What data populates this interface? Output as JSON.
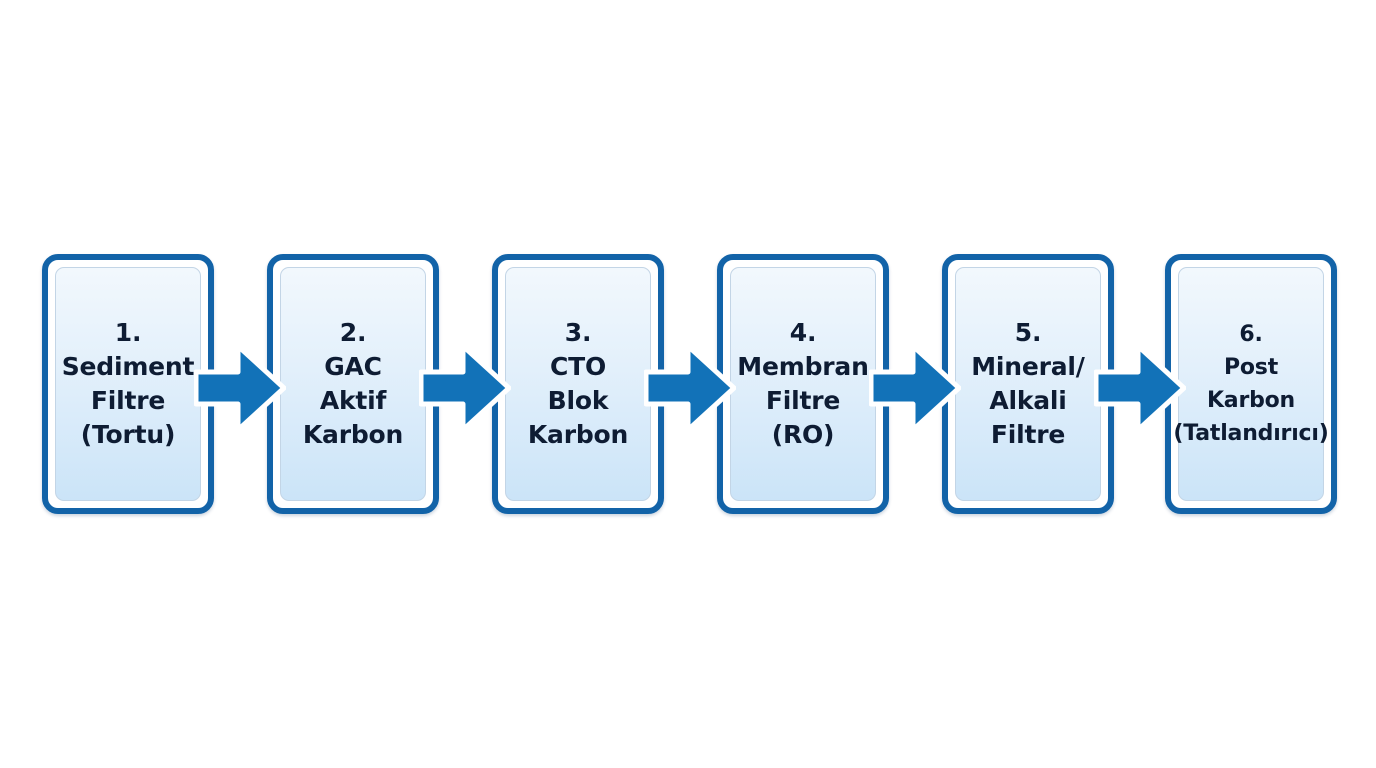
{
  "diagram": {
    "type": "process-flow",
    "orientation": "horizontal",
    "title": "",
    "background_color": "#ffffff",
    "colors": {
      "box_border": "#1263a8",
      "box_fill_top": "#f2f8fd",
      "box_fill_bottom": "#cbe4f8",
      "box_inner_border": "#c3d5e6",
      "arrow": "#1272b8",
      "arrow_outline": "#ffffff",
      "text": "#0e1c33"
    },
    "stages": [
      {
        "number": "1.",
        "label": "1.\nSediment\nFiltre\n(Tortu)",
        "name": "Sediment Filtre",
        "note": "(Tortu)",
        "size": "normal"
      },
      {
        "number": "2.",
        "label": "2.\nGAC\nAktif\nKarbon",
        "name": "GAC Aktif Karbon",
        "note": "",
        "size": "normal"
      },
      {
        "number": "3.",
        "label": "3.\nCTO\nBlok\nKarbon",
        "name": "CTO Blok Karbon",
        "note": "",
        "size": "normal"
      },
      {
        "number": "4.",
        "label": "4.\nMembran\nFiltre\n(RO)",
        "name": "Membran Filtre",
        "note": "(RO)",
        "size": "normal"
      },
      {
        "number": "5.",
        "label": "5.\nMineral/\nAlkali\nFiltre",
        "name": "Mineral/Alkali Filtre",
        "note": "",
        "size": "normal"
      },
      {
        "number": "6.",
        "label": "6.\nPost\nKarbon\n(Tatlandırıcı)",
        "name": "Post Karbon",
        "note": "(Tatlandırıcı)",
        "size": "small"
      }
    ],
    "connectors": [
      {
        "from": "1",
        "to": "2",
        "shape": "right-arrow"
      },
      {
        "from": "2",
        "to": "3",
        "shape": "right-arrow"
      },
      {
        "from": "3",
        "to": "4",
        "shape": "right-arrow"
      },
      {
        "from": "4",
        "to": "5",
        "shape": "right-arrow"
      },
      {
        "from": "5",
        "to": "6",
        "shape": "right-arrow"
      }
    ]
  }
}
